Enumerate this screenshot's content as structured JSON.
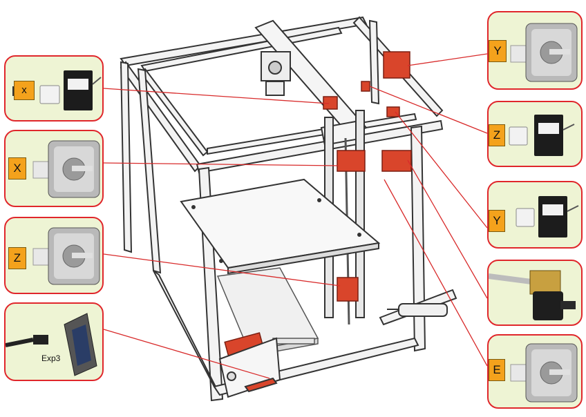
{
  "labels": {
    "x_endstop": "x",
    "x_motor": "X",
    "z_motor": "Z",
    "exp3": "Exp3",
    "y_motor": "Y",
    "z_endstop": "Z",
    "y_endstop": "Y",
    "e_motor": "E"
  },
  "colors": {
    "callout_border": "#e0262b",
    "callout_fill": "#eef4d4",
    "tag_fill": "#f4a21c",
    "part_red": "#d9452b",
    "leader_line": "#d82a2a"
  }
}
